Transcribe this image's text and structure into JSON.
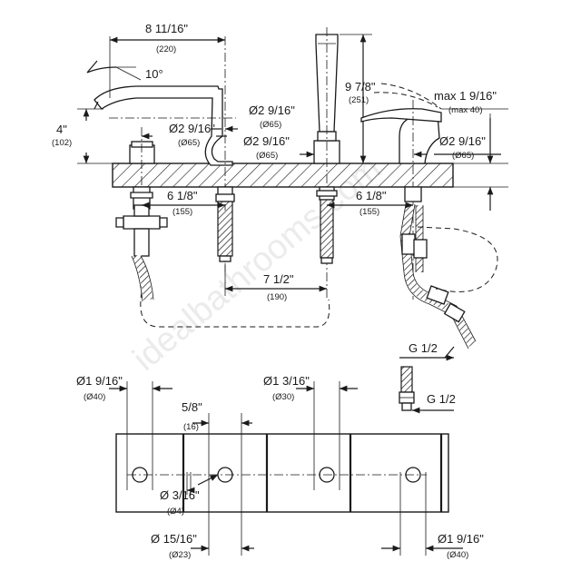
{
  "watermark": "idealbathrooms.com",
  "dims": {
    "spout_width": {
      "main": "8 11/16\"",
      "sub": "(220)"
    },
    "spout_angle": {
      "main": "10°"
    },
    "spout_height": {
      "main": "4\"",
      "sub": "(102)"
    },
    "hole_spout": {
      "main": "Ø2 9/16\"",
      "sub": "(Ø65)"
    },
    "base_a": {
      "main": "Ø2 9/16\"",
      "sub": "(Ø65)"
    },
    "base_b": {
      "main": "Ø2 9/16\"",
      "sub": "(Ø65)"
    },
    "base_lever": {
      "main": "Ø2 9/16\"",
      "sub": "(Ø65)"
    },
    "hand_height": {
      "main": "9 7/8\"",
      "sub": "(251)"
    },
    "max_deck": {
      "main": "max 1 9/16\"",
      "sub": "(max 40)"
    },
    "spacing_left": {
      "main": "6 1/8\"",
      "sub": "(155)"
    },
    "spacing_right": {
      "main": "6 1/8\"",
      "sub": "(155)"
    },
    "spacing_mid": {
      "main": "7 1/2\"",
      "sub": "(190)"
    },
    "thread_a": {
      "main": "G 1/2"
    },
    "thread_b": {
      "main": "G 1/2"
    },
    "hole_a": {
      "main": "Ø1 9/16\"",
      "sub": "(Ø40)"
    },
    "offset": {
      "main": "5/8\"",
      "sub": "(16)"
    },
    "hole_b": {
      "main": "Ø1 3/16\"",
      "sub": "(Ø30)"
    },
    "hole_small": {
      "main": "Ø 3/16\"",
      "sub": "(Ø4)"
    },
    "hole_c": {
      "main": "Ø 15/16\"",
      "sub": "(Ø23)"
    },
    "hole_d": {
      "main": "Ø1 9/16\"",
      "sub": "(Ø40)"
    }
  }
}
